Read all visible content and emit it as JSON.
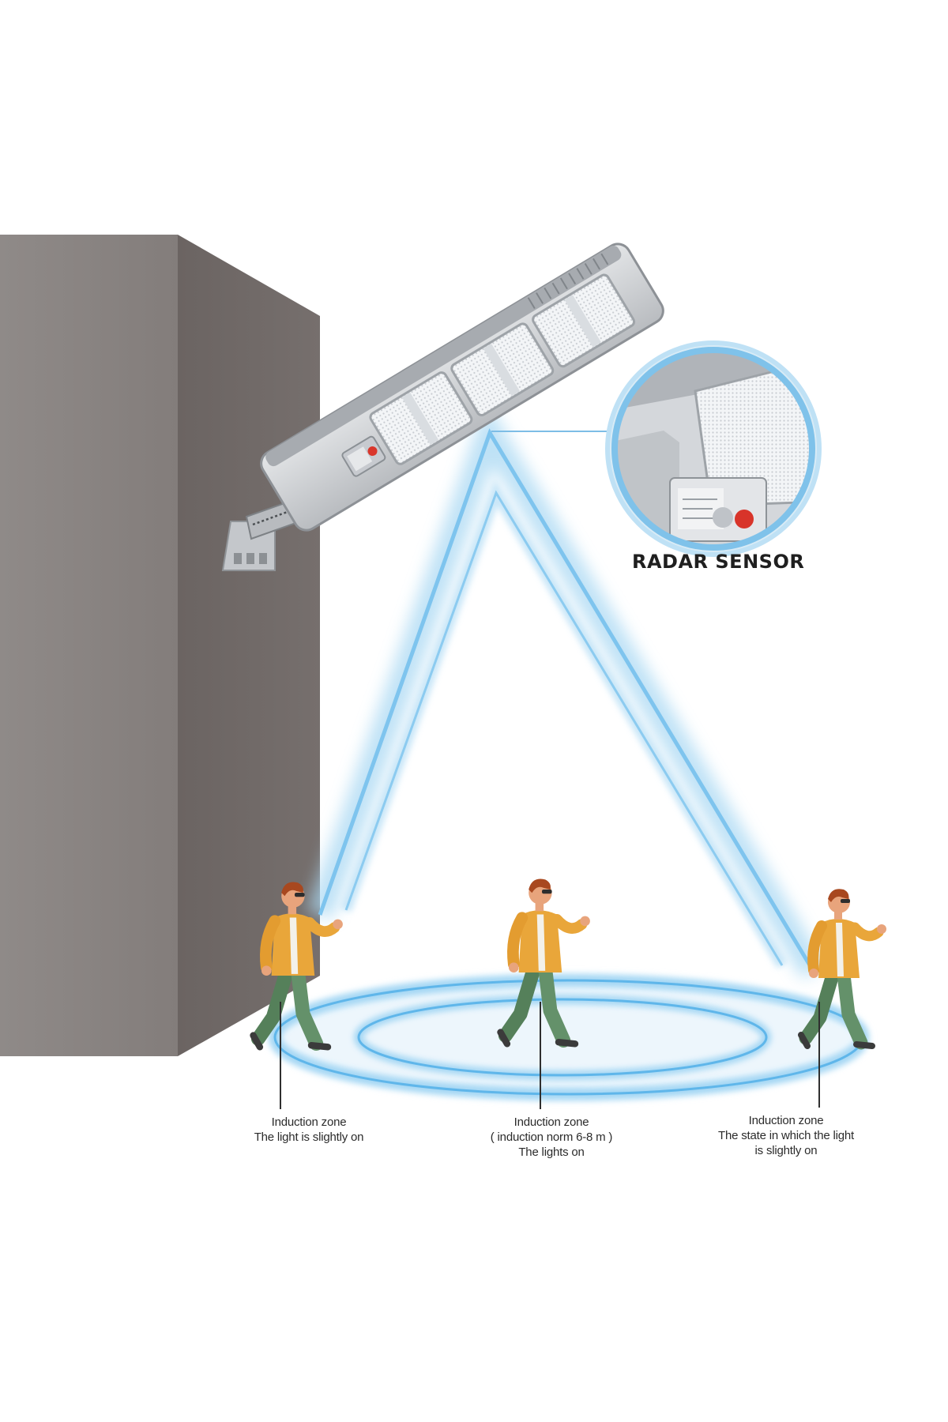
{
  "sensor_callout": {
    "label": "RADAR SENSOR"
  },
  "zones": [
    {
      "lines": [
        "Induction zone",
        "The light is slightly on"
      ]
    },
    {
      "lines": [
        "Induction zone",
        "( induction norm 6-8 m )",
        "The lights on"
      ]
    },
    {
      "lines": [
        "Induction zone",
        "The state in which the light",
        "is slightly on"
      ]
    }
  ],
  "colors": {
    "wall_front": "#8b8684",
    "wall_side": "#706866",
    "beam": "#9fd2f0",
    "ring": "#8fcdf2",
    "jacket": "#e8a83a",
    "pants": "#5f8a63",
    "skin": "#e8a47c"
  },
  "icons": [
    "street-lamp-icon",
    "person-walking-icon",
    "radar-sensor-icon"
  ]
}
